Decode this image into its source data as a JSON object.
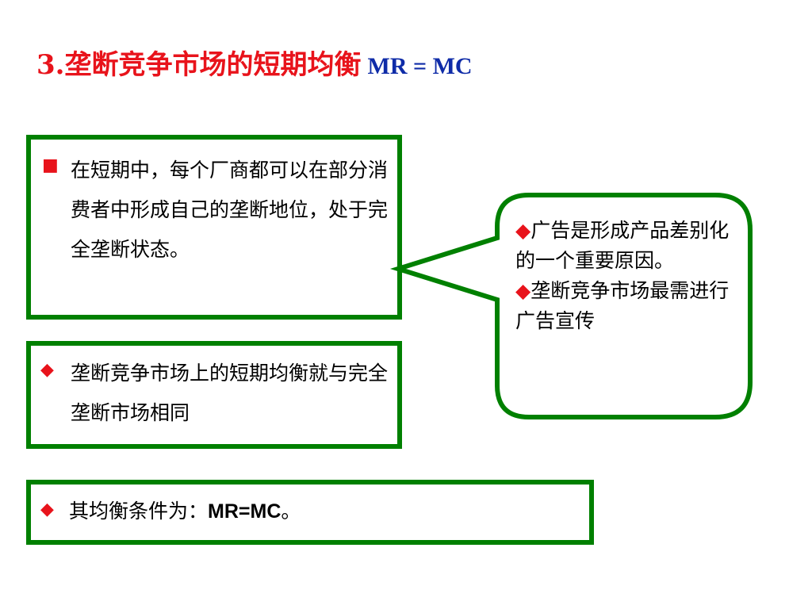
{
  "title": {
    "main": "3.垄断竞争市场的短期均衡",
    "formula": "MR = MC"
  },
  "box1": {
    "bullet": "■",
    "text": "在短期中，每个厂商都可以在部分消费者中形成自己的垄断地位，处于完全垄断状态。"
  },
  "box2": {
    "bullet": "◆",
    "text": "垄断竞争市场上的短期均衡就与完全垄断市场相同"
  },
  "box3": {
    "bullet": "◆",
    "text": "其均衡条件为：",
    "formula": "MR=MC",
    "end": "。"
  },
  "callout": {
    "item1_bullet": "◆",
    "item1_text": "广告是形成产品差别化的一个重要原因。",
    "item2_bullet": "◆",
    "item2_text": "垄断竞争市场最需进行广告宣传"
  },
  "colors": {
    "title_red": "#e8131b",
    "formula_blue": "#0f2ca8",
    "border_green": "#008000",
    "bullet_red": "#e8131b"
  }
}
